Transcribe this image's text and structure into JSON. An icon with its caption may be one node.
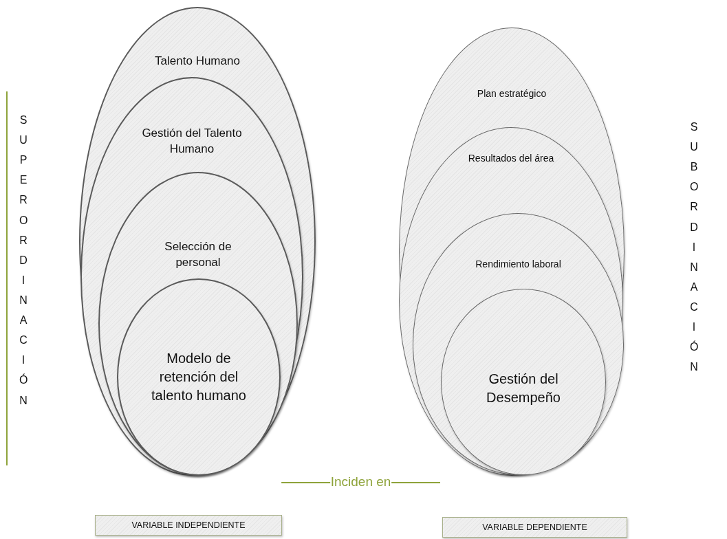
{
  "diagram": {
    "nodes": [
      {
        "text": [
          "Talento Humano"
        ]
      },
      {
        "text": [
          "Gestión del Talento Humano"
        ],
        "in": 0
      },
      {
        "text": [
          "Selección de personal"
        ],
        "in": 1
      },
      {
        "text": [
          "Modelo de retención del talento humano"
        ],
        "in": 2
      },
      {
        "text": [
          "Plan estratégico"
        ]
      },
      {
        "text": [
          "Resultados del área"
        ],
        "in": 4
      },
      {
        "text": [
          "Rendimiento laboral"
        ],
        "in": 5
      },
      {
        "text": [
          "Gestión del Desempeño"
        ],
        "in": 6
      },
      {
        "text": [
          "VARIABLE INDEPENDIENTE"
        ]
      },
      {
        "text": [
          "VARIABLE DEPENDIENTE"
        ]
      }
    ],
    "edges": [
      {
        "from": 0,
        "to": 4,
        "arrow": "none",
        "label": "Inciden en",
        "color": "#8ea33a"
      }
    ],
    "labels": [
      "SUPERORDINACIÓN",
      "SUBORDINACIÓN"
    ]
  }
}
